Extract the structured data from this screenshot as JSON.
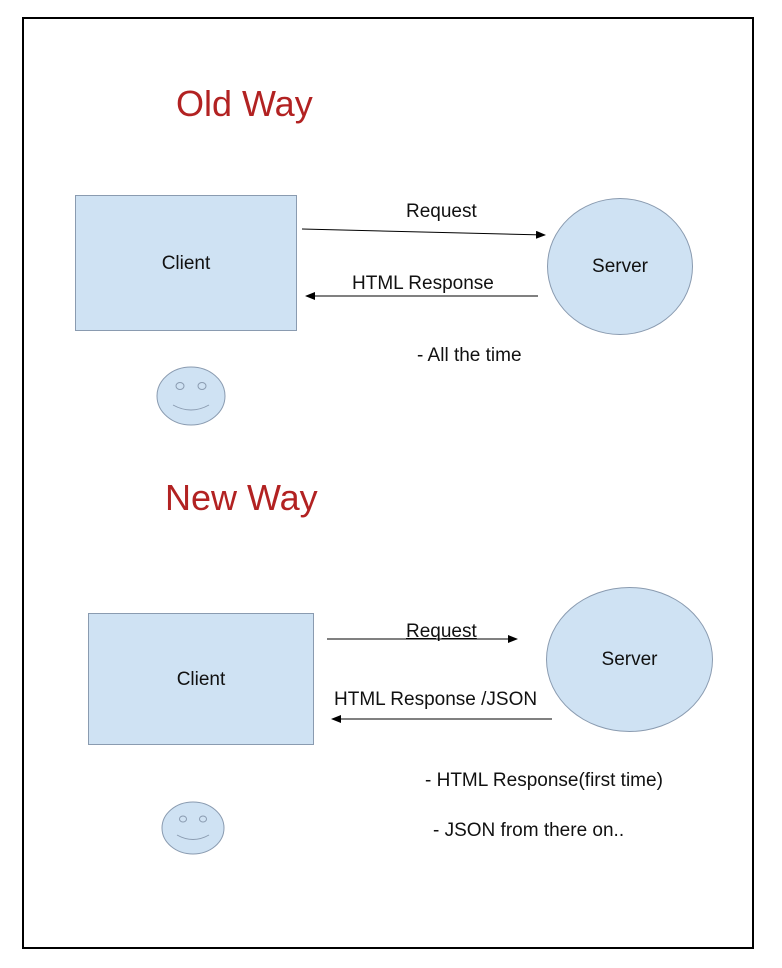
{
  "old_way": {
    "title": "Old Way",
    "client_label": "Client",
    "server_label": "Server",
    "request_label": "Request",
    "response_label": "HTML Response",
    "note": "- All the time"
  },
  "new_way": {
    "title": "New Way",
    "client_label": "Client",
    "server_label": "Server",
    "request_label": "Request",
    "response_label": "HTML Response /JSON",
    "notes": [
      "- HTML Response(first time)",
      "- JSON from there on.."
    ]
  },
  "colors": {
    "title": "#b22222",
    "shape_fill": "#cfe2f3",
    "shape_border": "#8a9bb0"
  },
  "icons": [
    "smiley-face-icon",
    "smiley-face-icon"
  ]
}
